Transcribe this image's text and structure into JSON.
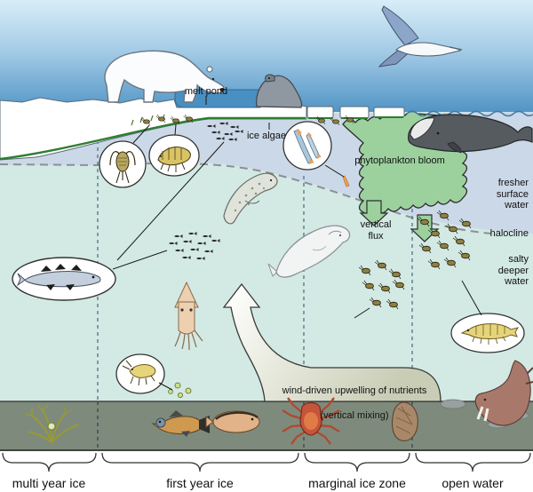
{
  "labels": {
    "melt_pond": "melt pond",
    "ice_algae": "ice algae",
    "phytoplankton_bloom": "phytoplankton bloom",
    "vertical_flux": "vertical\nflux",
    "fresher_surface_water": "fresher\nsurface\nwater",
    "halocline": "halocline",
    "salty_deeper_water": "salty\ndeeper\nwater",
    "upwelling_line1": "wind-driven upwelling of nutrients",
    "upwelling_line2": "(vertical mixing)"
  },
  "zones": [
    {
      "label": "multi year ice"
    },
    {
      "label": "first year ice"
    },
    {
      "label": "marginal ice zone"
    },
    {
      "label": "open water"
    }
  ],
  "colors": {
    "sky_top": "#d8edf8",
    "sky_bottom": "#4e92c4",
    "surface_water": "#cbd8e7",
    "deep_water": "#d3e9e4",
    "ice_white": "#ffffff",
    "ice_algae_green": "#2e7d32",
    "bloom_green": "#9cd19e",
    "melt_pond_blue": "#4a8fc2",
    "seafloor": "#7e8b7c",
    "upwelling_arrow": "#cdd1bb"
  }
}
